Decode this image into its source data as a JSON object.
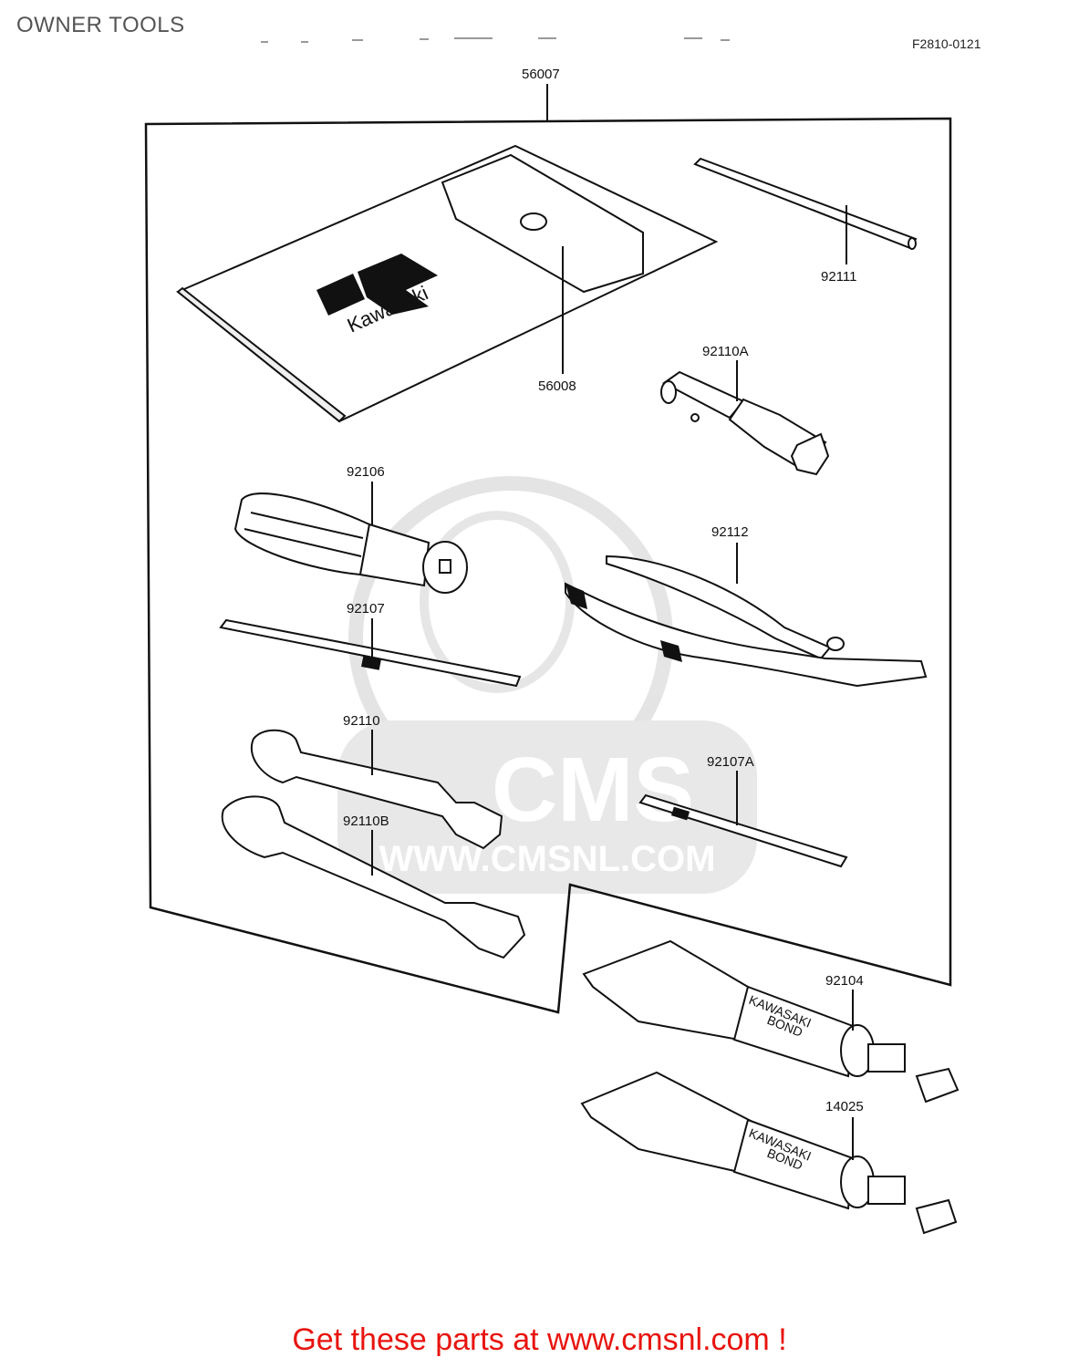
{
  "header": {
    "title": "OWNER TOOLS",
    "figure_code": "F2810-0121"
  },
  "parts": {
    "kit": "56007",
    "pouch": "56008",
    "extension_bar": "92111",
    "plug_wrench": "92110A",
    "driver_handle": "92106",
    "pliers": "92112",
    "driver_blade": "92107",
    "driver_blade_a": "92107A",
    "wrench": "92110",
    "wrench_b": "92110B",
    "bond_tube": "92104",
    "bond_tube_2": "14025"
  },
  "labels": {
    "pouch_brand": "Kawasaki",
    "tube_brand": "KAWASAKI",
    "tube_product": "BOND"
  },
  "watermark": {
    "brand": "CMS",
    "url": "WWW.CMSNL.COM"
  },
  "footer": {
    "link_text": "Get these parts at www.cmsnl.com !"
  },
  "colors": {
    "footer_red": "#e8140f",
    "title_gray": "#555555",
    "watermark_gray": "#d8d8d8"
  }
}
